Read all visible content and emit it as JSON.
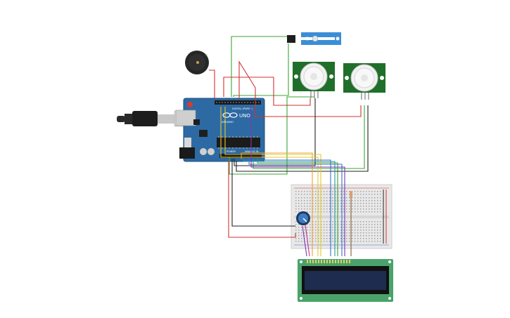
{
  "arduino": {
    "model_label": "UNO",
    "brand_label": "ARDUINO",
    "digital_header_label": "DIGITAL (PWM~)",
    "power_label": "POWER",
    "analog_label": "ANALOG IN",
    "icon": "arduino-infinity-logo"
  },
  "components": {
    "servo": {
      "icon": "servo-motor-icon"
    },
    "buzzer": {
      "icon": "piezo-buzzer-icon"
    },
    "pir": {
      "icon": "pir-motion-sensor-icon"
    },
    "potentiometer": {
      "icon": "potentiometer-icon"
    },
    "lcd": {
      "icon": "lcd-16x2-icon"
    },
    "usb": {
      "icon": "usb-cable-icon"
    }
  },
  "colors": {
    "board_blue": "#2d6aa3",
    "sensor_green": "#1f6f2a",
    "servo_blue": "#3b8ed6",
    "lcd_green": "#4aa36a",
    "lcd_screen": "#1d2c4f",
    "wire_red": "#d23232",
    "wire_black": "#222222",
    "wire_green": "#3aa63a",
    "wire_orange": "#f0a030",
    "wire_yellow": "#e6c82a",
    "wire_blue": "#3a6fd0",
    "wire_purple": "#7a3ab0",
    "breadboard": "#e8e8e8"
  }
}
